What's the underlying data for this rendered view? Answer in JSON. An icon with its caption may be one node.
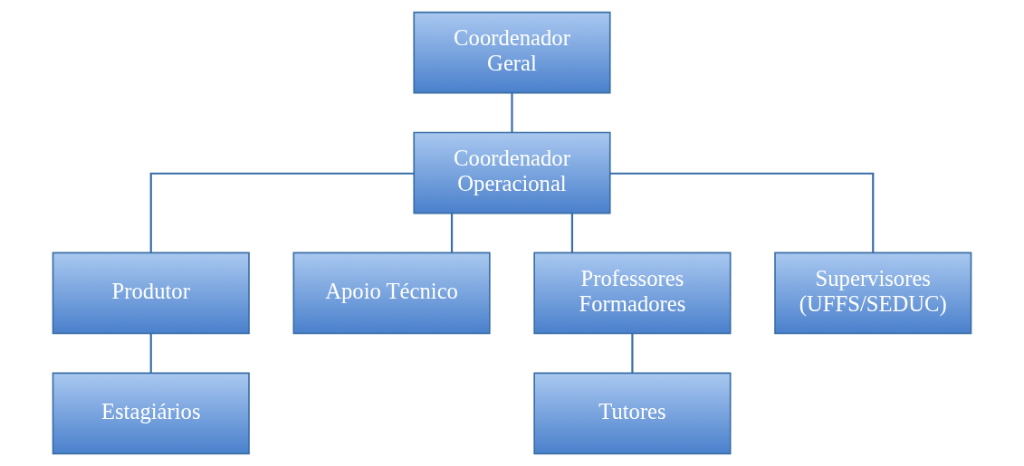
{
  "diagram": {
    "nodes": [
      {
        "text": [
          "Coordenador Geral"
        ]
      },
      {
        "text": [
          "Coordenador Operacional"
        ]
      },
      {
        "text": [
          "Produtor"
        ]
      },
      {
        "text": [
          "Apoio Técnico"
        ]
      },
      {
        "text": [
          "Professores Formadores"
        ]
      },
      {
        "text": [
          "Supervisores (UFFS/SEDUC)"
        ]
      },
      {
        "text": [
          "Estagiários"
        ]
      },
      {
        "text": [
          "Tutores"
        ]
      }
    ],
    "edges": [
      {
        "from": 0,
        "to": 1,
        "arrow": "none"
      },
      {
        "from": 1,
        "to": 2,
        "arrow": "none"
      },
      {
        "from": 1,
        "to": 3,
        "arrow": "none"
      },
      {
        "from": 1,
        "to": 4,
        "arrow": "none"
      },
      {
        "from": 1,
        "to": 5,
        "arrow": "none"
      },
      {
        "from": 2,
        "to": 6,
        "arrow": "none"
      },
      {
        "from": 4,
        "to": 7,
        "arrow": "none"
      }
    ]
  }
}
